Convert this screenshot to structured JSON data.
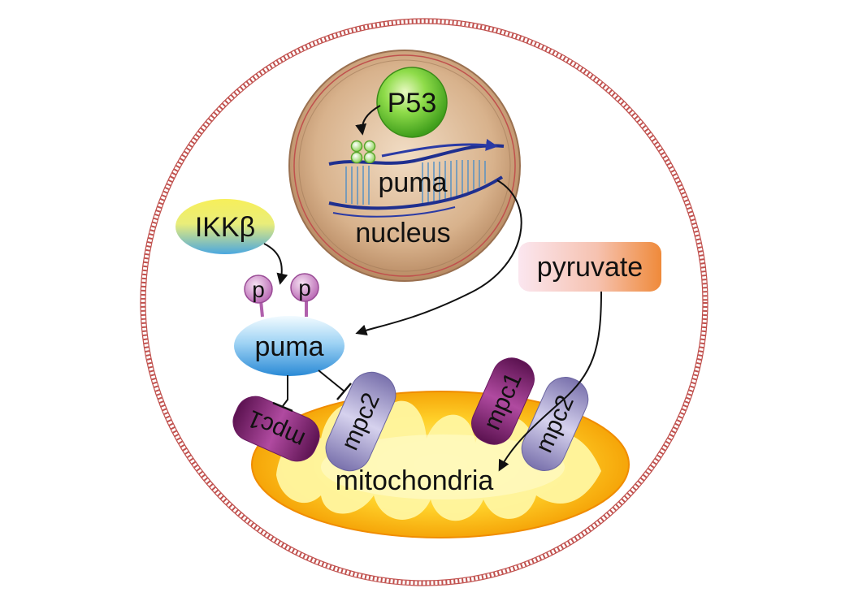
{
  "labels": {
    "p53": "P53",
    "gene": "puma",
    "nucleus": "nucleus",
    "ikkb": "IKKβ",
    "phospho_1": "p",
    "phospho_2": "p",
    "puma_protein": "puma",
    "pyruvate": "pyruvate",
    "mpc1_left": "mpc1",
    "mpc2_left": "mpc2",
    "mpc1_right": "mpc1",
    "mpc2_right": "mpc2",
    "mitochondria": "mitochondria"
  },
  "colors": {
    "cell_membrane": "#c0504d",
    "nucleus_fill": "#d9b58f",
    "p53": "#5cc12f",
    "dna": "#1f2f8f",
    "ikkb_gradient": [
      "#f4ea3c",
      "#4aa7e0"
    ],
    "puma_protein_gradient": [
      "#e8f5fb",
      "#2d8fd6"
    ],
    "phospho": "#c77dc2",
    "pyruvate_gradient": [
      "#fce6ee",
      "#f08a3c"
    ],
    "mpc1": "#8a2a7a",
    "mpc2": "#9e97c8",
    "mitochondria_outer": "#f5a800",
    "mitochondria_inner": "#fff26a"
  },
  "relations": [
    {
      "from": "P53",
      "to": "puma gene",
      "type": "activation"
    },
    {
      "from": "puma gene",
      "to": "puma protein",
      "type": "activation"
    },
    {
      "from": "IKKβ",
      "to": "puma protein",
      "type": "phosphorylation"
    },
    {
      "from": "puma protein",
      "to": "mpc1",
      "type": "inhibition"
    },
    {
      "from": "puma protein",
      "to": "mpc2",
      "type": "inhibition"
    },
    {
      "from": "pyruvate",
      "to": "mitochondria",
      "type": "transport"
    }
  ]
}
